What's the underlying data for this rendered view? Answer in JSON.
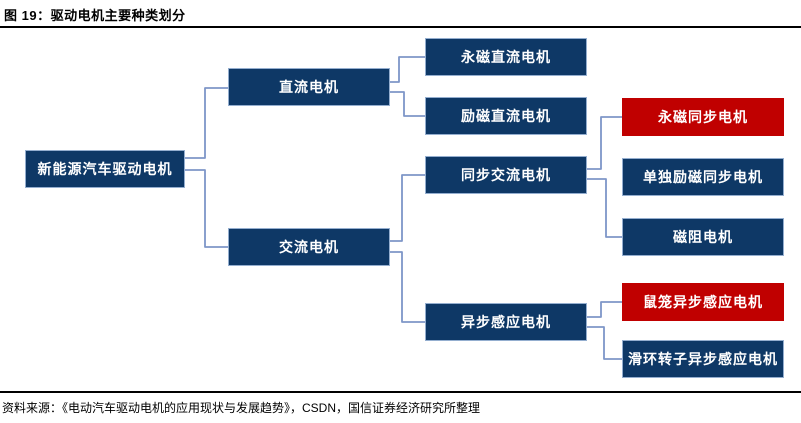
{
  "header": {
    "title": "图 19：驱动电机主要种类划分"
  },
  "footer": {
    "source": "资料来源：《电动汽车驱动电机的应用现状与发展趋势》，CSDN，国信证券经济研究所整理"
  },
  "colors": {
    "node_navy": "#0e3866",
    "node_highlight_red": "#c00000",
    "node_border": "#94aecf",
    "connector": "#7e96c8",
    "rule": "#000000",
    "node_text": "#ffffff"
  },
  "diagram": {
    "nodes": {
      "root": {
        "label": "新能源汽车驱动电机",
        "style": "navy"
      },
      "dc": {
        "label": "直流电机",
        "style": "navy"
      },
      "ac": {
        "label": "交流电机",
        "style": "navy"
      },
      "pm_dc": {
        "label": "永磁直流电机",
        "style": "navy"
      },
      "excited_dc": {
        "label": "励磁直流电机",
        "style": "navy"
      },
      "sync_ac": {
        "label": "同步交流电机",
        "style": "navy"
      },
      "async_induction": {
        "label": "异步感应电机",
        "style": "navy"
      },
      "pm_sync": {
        "label": "永磁同步电机",
        "style": "red"
      },
      "sep_excited_sync": {
        "label": "单独励磁同步电机",
        "style": "navy"
      },
      "reluctance": {
        "label": "磁阻电机",
        "style": "navy"
      },
      "squirrel_cage": {
        "label": "鼠笼异步感应电机",
        "style": "red"
      },
      "slip_ring": {
        "label": "滑环转子异步感应电机",
        "style": "navy"
      }
    },
    "edges": [
      {
        "from": "root",
        "to": "dc"
      },
      {
        "from": "root",
        "to": "ac"
      },
      {
        "from": "dc",
        "to": "pm_dc"
      },
      {
        "from": "dc",
        "to": "excited_dc"
      },
      {
        "from": "ac",
        "to": "sync_ac"
      },
      {
        "from": "ac",
        "to": "async_induction"
      },
      {
        "from": "sync_ac",
        "to": "pm_sync"
      },
      {
        "from": "sync_ac",
        "to": "reluctance"
      },
      {
        "from": "async_induction",
        "to": "squirrel_cage"
      },
      {
        "from": "async_induction",
        "to": "slip_ring"
      }
    ]
  }
}
